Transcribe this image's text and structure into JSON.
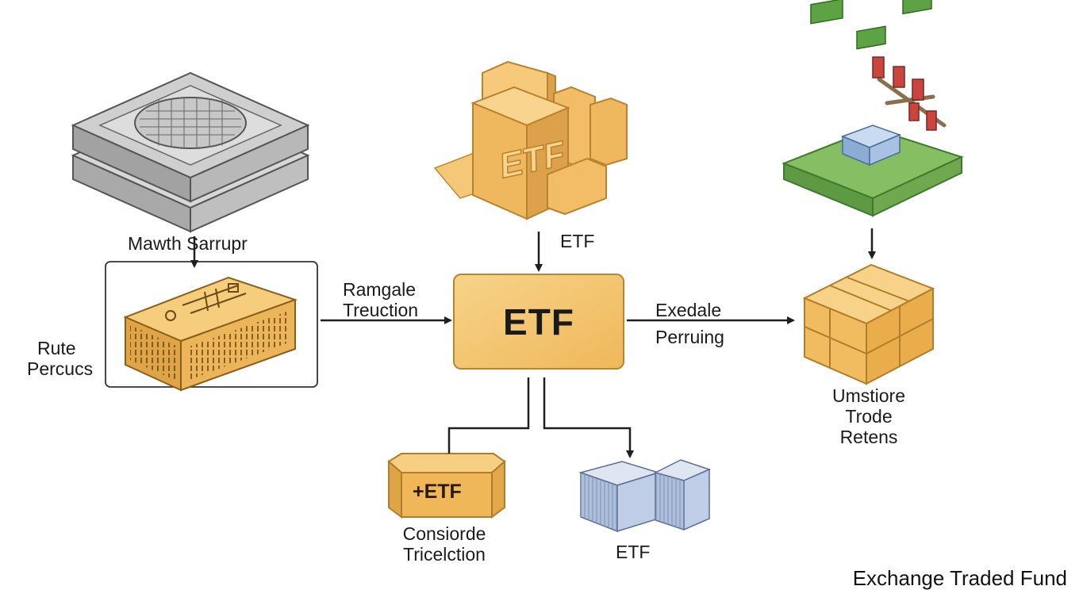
{
  "colors": {
    "etf_box_fill": "#f3c36b",
    "etf_box_stroke": "#b9862e",
    "line": "#1f1f1f",
    "blue_cube": "#aebfdc",
    "green_board": "#7db55e",
    "red_component": "#c9453d"
  },
  "nodes": {
    "center": {
      "label": "ETF",
      "icon": "etf-box"
    },
    "top_left": {
      "label": "Mawth Sarrupr",
      "icon": "stacked-tray-icon"
    },
    "left_box": {
      "label_line1": "Rute",
      "label_line2": "Percucs",
      "icon": "orange-vented-block-icon"
    },
    "top_center": {
      "label": "ETF",
      "icon": "etf-3d-blocks-icon"
    },
    "top_right": {
      "icon": "circuit-board-icon"
    },
    "right": {
      "label_line1": "Umstiore",
      "label_line2": "Trode",
      "label_line3": "Retens",
      "icon": "orange-crate-icon"
    },
    "bottom_left": {
      "label_line1": "Consiorde",
      "label_line2": "Tricelction",
      "badge": "+ETF",
      "icon": "orange-etf-block-icon"
    },
    "bottom_right": {
      "label": "ETF",
      "icon": "blue-cubes-icon"
    }
  },
  "edges": {
    "left_to_center": {
      "line1": "Ramgale",
      "line2": "Treuction"
    },
    "center_to_right": {
      "line1": "Exedale",
      "line2": "Perruing"
    }
  },
  "caption": "Exchange Traded Fund"
}
